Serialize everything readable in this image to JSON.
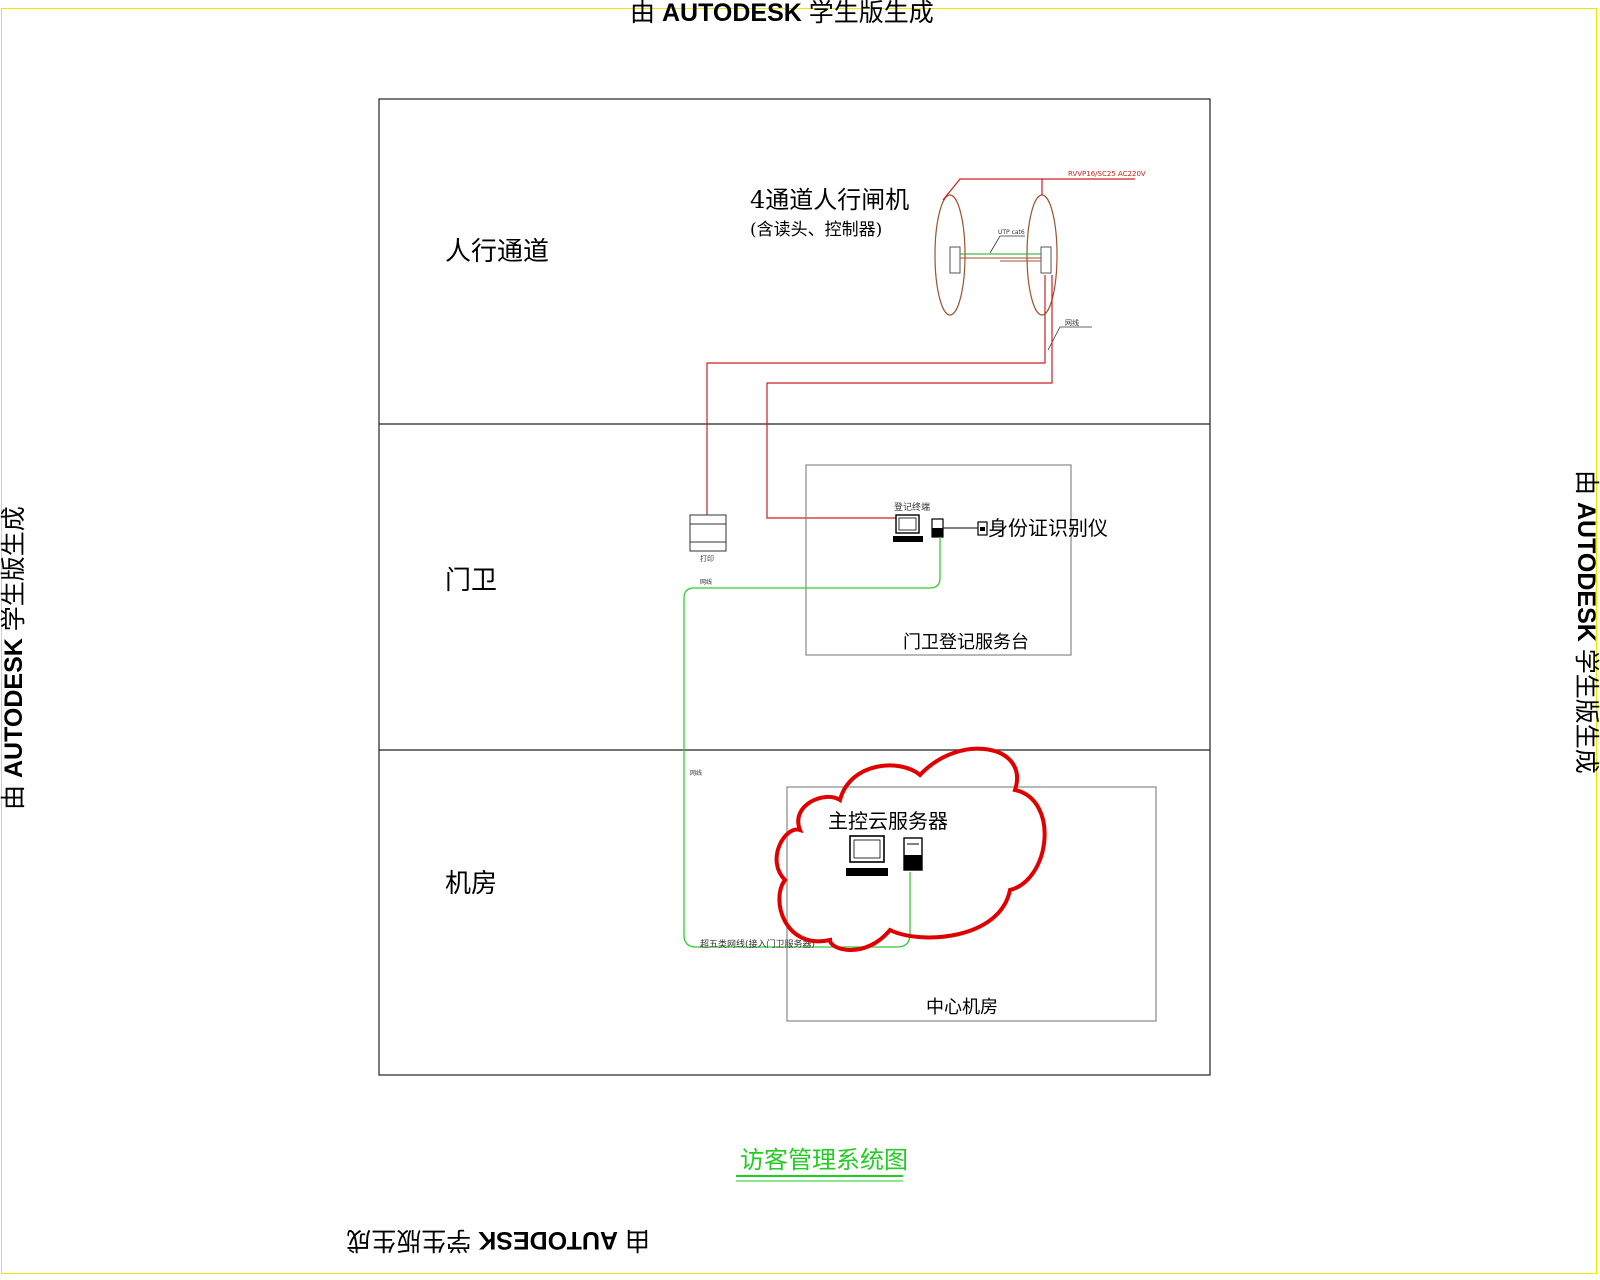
{
  "watermark": {
    "prefix": "由",
    "brand": "AUTODESK",
    "suffix": "学生版生成"
  },
  "zones": {
    "pedestrian": "人行通道",
    "guard": "门卫",
    "server_room": "机房"
  },
  "turnstile": {
    "title": "4通道人行闸机",
    "subtitle": "(含读头、控制器)",
    "cable_label": "RVVP16/SC25 AC220V",
    "small_label_1": "UTP cat6",
    "small_label_2": "网线"
  },
  "guard_desk": {
    "box_label": "门卫登记服务台",
    "terminal_label": "登记终端",
    "id_reader": "身份证识别仪",
    "printer_label": "打印",
    "small_label": "网线"
  },
  "center": {
    "server_label": "主控云服务器",
    "box_label": "中心机房",
    "link_label": "网线",
    "bottom_cable": "超五类网线(接入门卫服务器)"
  },
  "title": "访客管理系统图",
  "colors": {
    "red": "#cc2222",
    "brown": "#a0522d",
    "green": "#33cc33",
    "cloud": "#e00000",
    "title": "#22cc22",
    "watermark_frame": "#e8e800"
  },
  "icons": [
    "pc-terminal-icon",
    "server-tower-icon",
    "id-reader-icon",
    "printer-icon"
  ]
}
